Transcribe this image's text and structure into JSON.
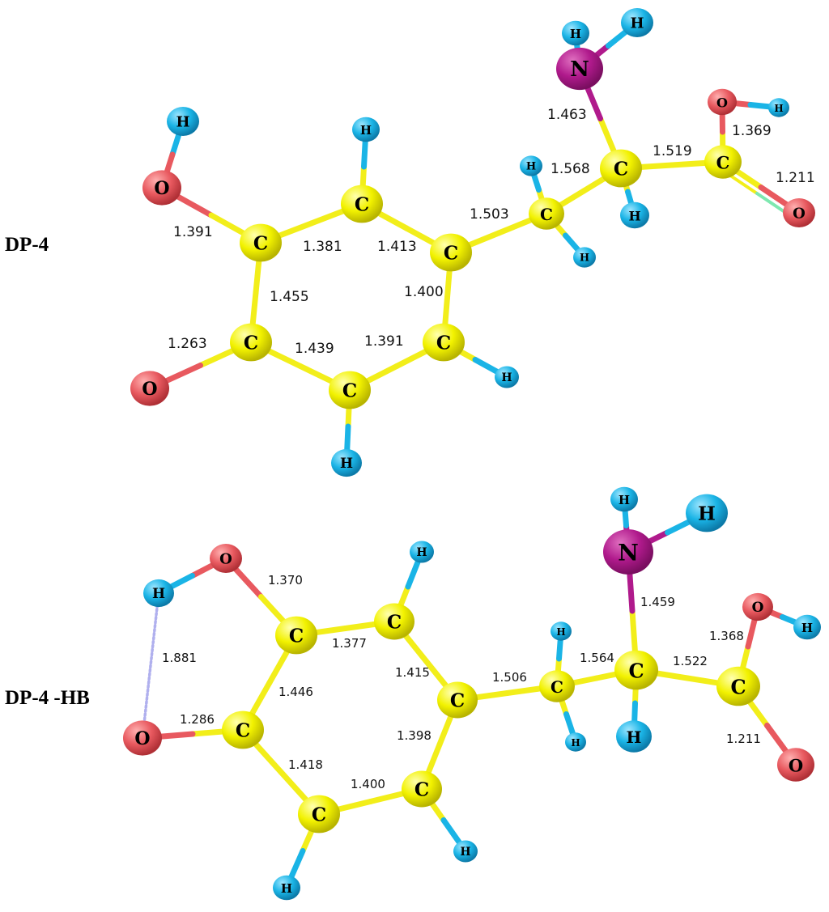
{
  "molecules": [
    {
      "name": "DP-4",
      "atoms": [
        {
          "id": "H1",
          "el": "H"
        },
        {
          "id": "O1",
          "el": "O"
        },
        {
          "id": "C1",
          "el": "C"
        },
        {
          "id": "C2",
          "el": "C"
        },
        {
          "id": "H2",
          "el": "H"
        },
        {
          "id": "C3",
          "el": "C"
        },
        {
          "id": "C4",
          "el": "C"
        },
        {
          "id": "H4",
          "el": "H"
        },
        {
          "id": "C5",
          "el": "C"
        },
        {
          "id": "H5",
          "el": "H"
        },
        {
          "id": "C6",
          "el": "C"
        },
        {
          "id": "O6",
          "el": "O"
        },
        {
          "id": "C7",
          "el": "C"
        },
        {
          "id": "H7a",
          "el": "H"
        },
        {
          "id": "H7b",
          "el": "H"
        },
        {
          "id": "C8",
          "el": "C"
        },
        {
          "id": "H8",
          "el": "H"
        },
        {
          "id": "N",
          "el": "N"
        },
        {
          "id": "HNa",
          "el": "H"
        },
        {
          "id": "HNb",
          "el": "H"
        },
        {
          "id": "C9",
          "el": "C"
        },
        {
          "id": "Oh",
          "el": "O"
        },
        {
          "id": "HOh",
          "el": "H"
        },
        {
          "id": "Od",
          "el": "O"
        }
      ],
      "bond_lengths": [
        "1.391",
        "1.381",
        "1.413",
        "1.455",
        "1.400",
        "1.263",
        "1.439",
        "1.391",
        "1.503",
        "1.568",
        "1.519",
        "1.463",
        "1.369",
        "1.211"
      ]
    },
    {
      "name": "DP-4 -HB",
      "atoms": [
        {
          "id": "H1",
          "el": "H"
        },
        {
          "id": "O1",
          "el": "O"
        },
        {
          "id": "C1",
          "el": "C"
        },
        {
          "id": "C2",
          "el": "C"
        },
        {
          "id": "H2",
          "el": "H"
        },
        {
          "id": "C3",
          "el": "C"
        },
        {
          "id": "C4",
          "el": "C"
        },
        {
          "id": "H4",
          "el": "H"
        },
        {
          "id": "C5",
          "el": "C"
        },
        {
          "id": "H5",
          "el": "H"
        },
        {
          "id": "C6",
          "el": "C"
        },
        {
          "id": "O6",
          "el": "O"
        },
        {
          "id": "C7",
          "el": "C"
        },
        {
          "id": "H7a",
          "el": "H"
        },
        {
          "id": "H7b",
          "el": "H"
        },
        {
          "id": "C8",
          "el": "C"
        },
        {
          "id": "H8",
          "el": "H"
        },
        {
          "id": "N",
          "el": "N"
        },
        {
          "id": "HNa",
          "el": "H"
        },
        {
          "id": "HNb",
          "el": "H"
        },
        {
          "id": "C9",
          "el": "C"
        },
        {
          "id": "Oh",
          "el": "O"
        },
        {
          "id": "HOh",
          "el": "H"
        },
        {
          "id": "Od",
          "el": "O"
        }
      ],
      "bond_lengths": [
        "1.370",
        "1.377",
        "1.881",
        "1.415",
        "1.506",
        "1.564",
        "1.522",
        "1.446",
        "1.286",
        "1.398",
        "1.418",
        "1.400",
        "1.459",
        "1.368",
        "1.211"
      ]
    }
  ],
  "colors": {
    "C": "#f2f200",
    "H": "#1ab4e6",
    "O": "#e8595f",
    "N": "#b01a8c",
    "bond_C": "#f2ee1a",
    "hbond": "#b0b0ee"
  }
}
